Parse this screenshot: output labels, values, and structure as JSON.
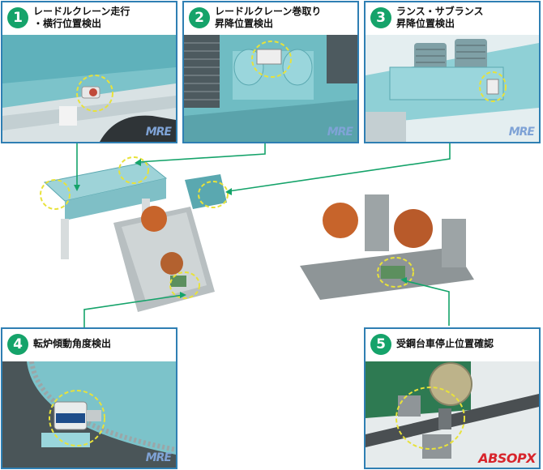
{
  "panels": [
    {
      "number": "1",
      "title": "レードルクレーン走行\n・横行位置検出",
      "mark": "MRE"
    },
    {
      "number": "2",
      "title": "レードルクレーン巻取り\n昇降位置検出",
      "mark": "MRE"
    },
    {
      "number": "3",
      "title": "ランス・サブランス\n昇降位置検出",
      "mark": "MRE"
    },
    {
      "number": "4",
      "title": "転炉傾動角度検出",
      "mark": "MRE"
    },
    {
      "number": "5",
      "title": "受鋼台車停止位置確認",
      "mark": "ABSOPX"
    }
  ],
  "colors": {
    "border": "#2f7fb3",
    "badge": "#15a36a",
    "connector": "#15a36a",
    "highlight": "#e8e23a",
    "machine": "#7ec8cf"
  }
}
